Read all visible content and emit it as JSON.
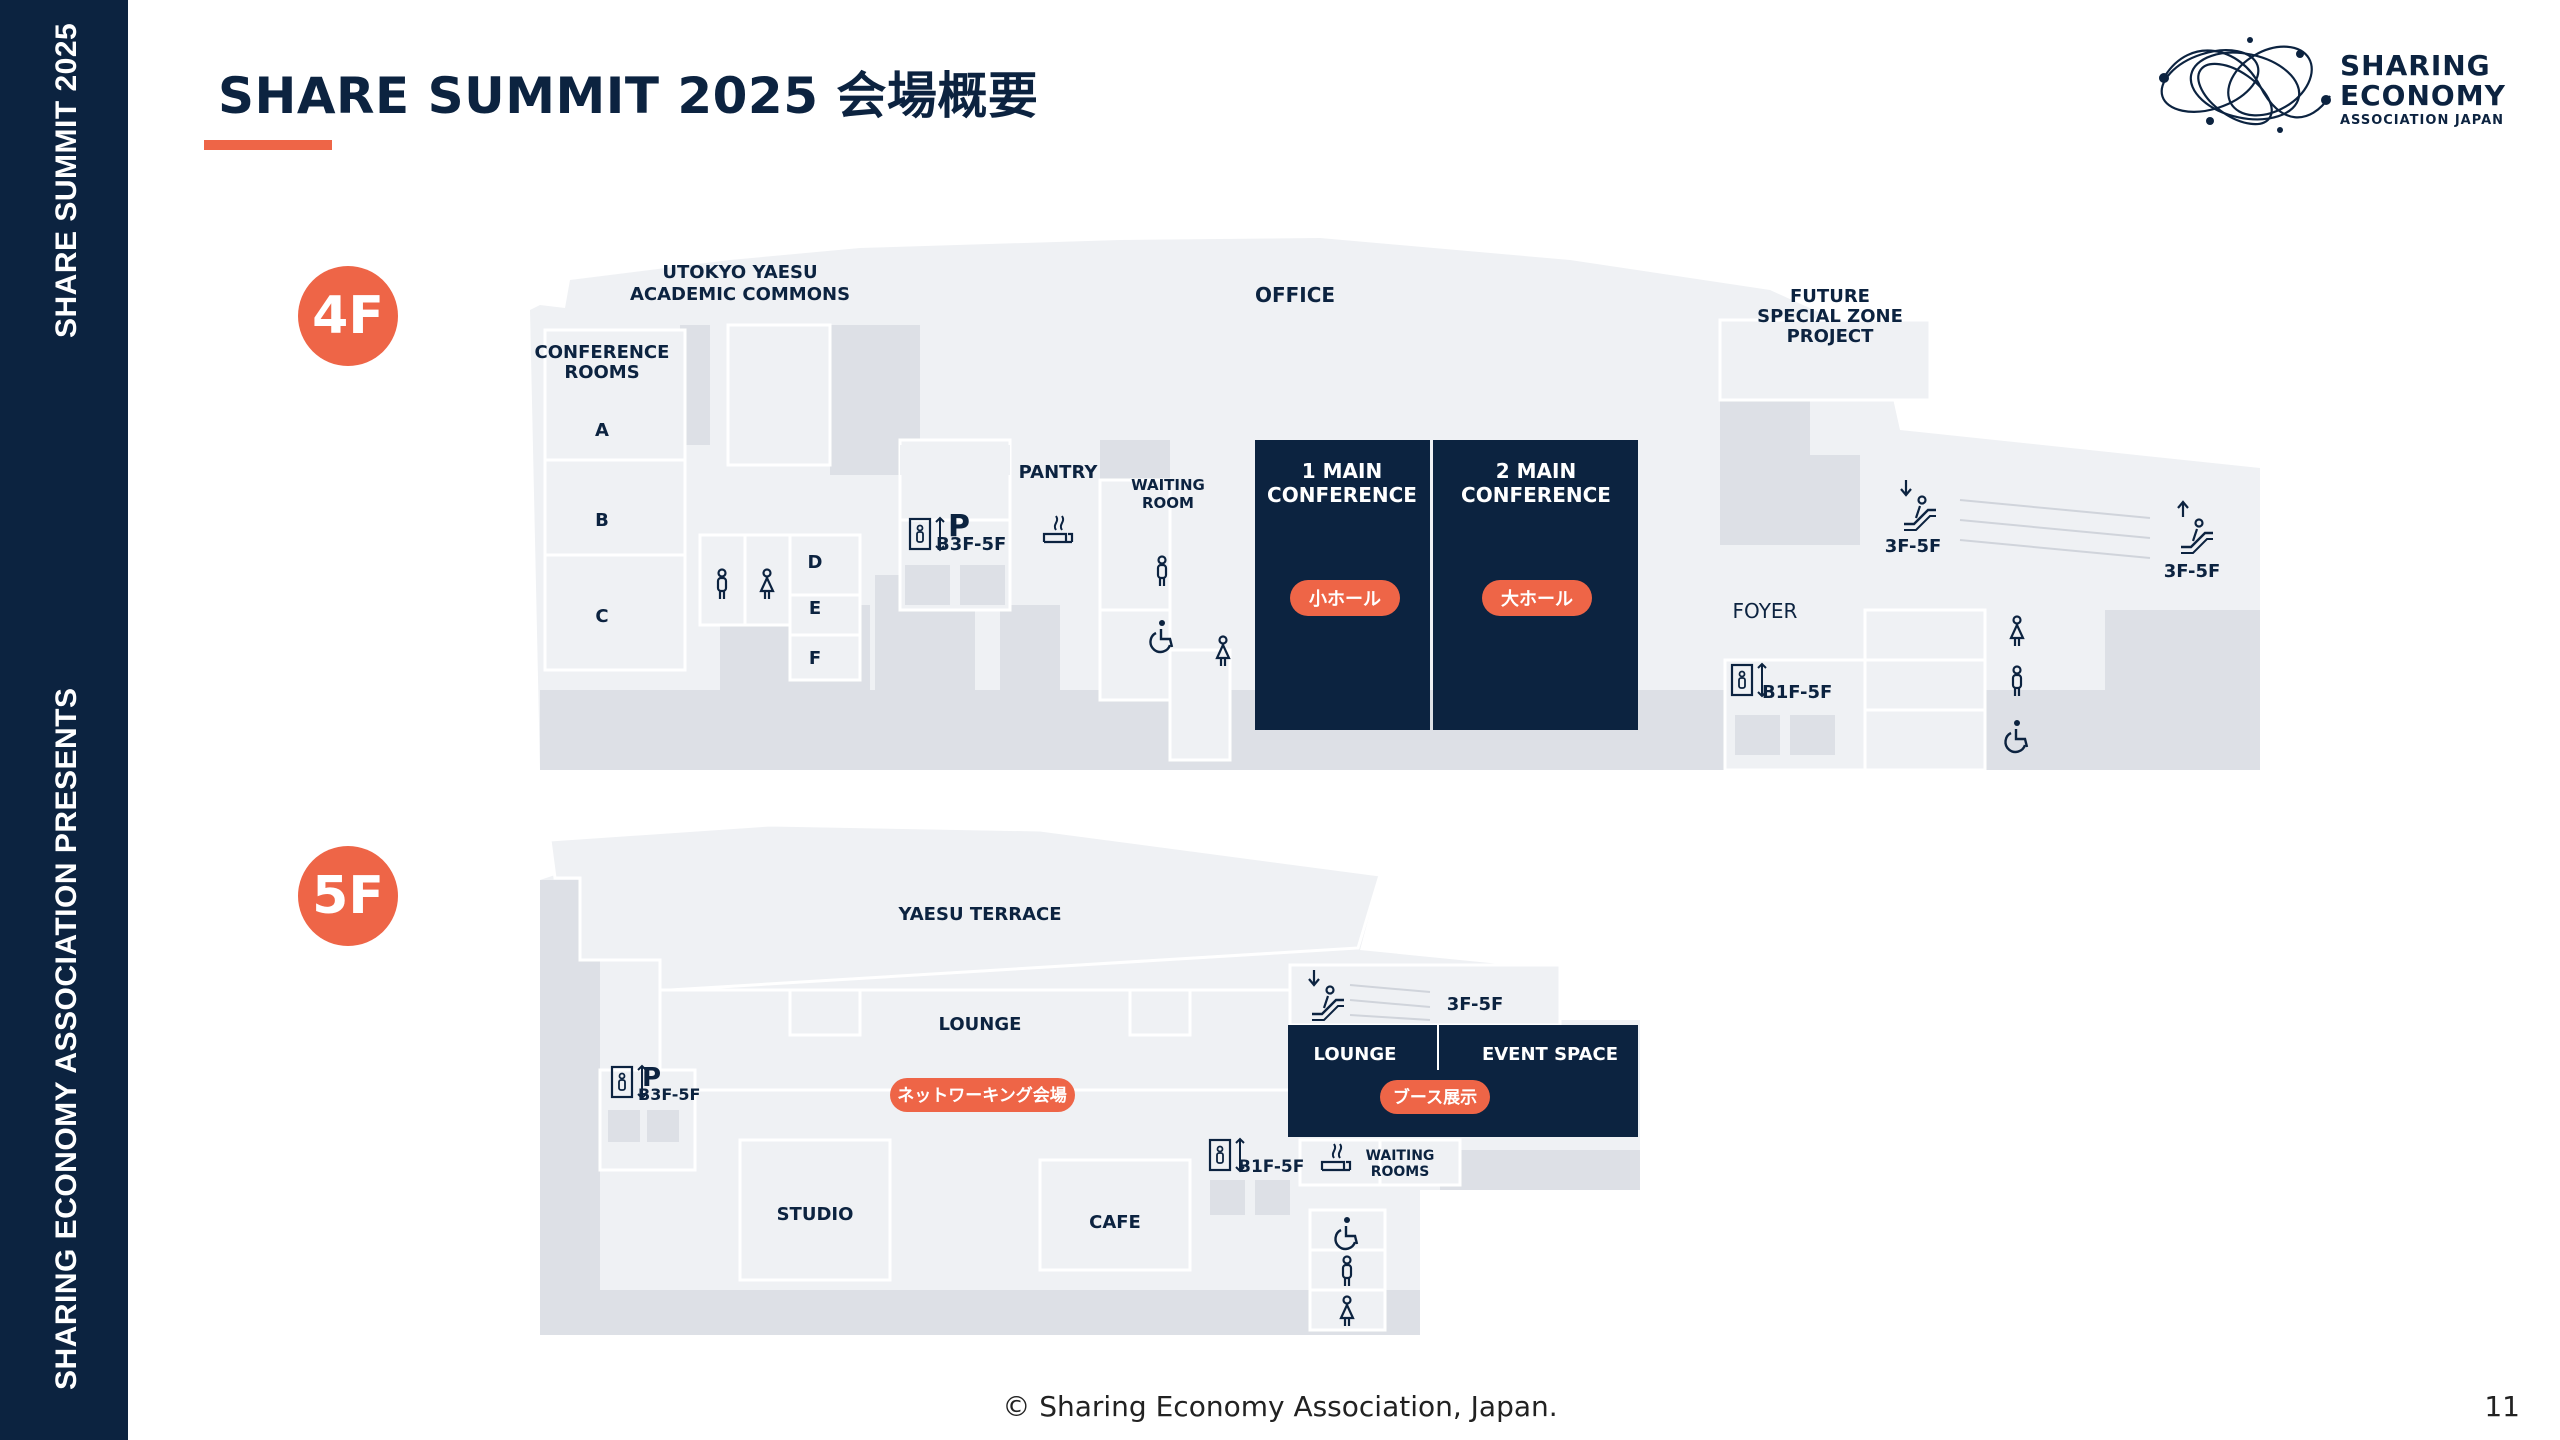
{
  "sidebar": {
    "top_text": "SHARE SUMMIT 2025",
    "bottom_text": "SHARING ECONOMY ASSOCIATION PRESENTS"
  },
  "title": "SHARE SUMMIT 2025 会場概要",
  "logo": {
    "line1": "SHARING",
    "line2": "ECONOMY",
    "line3": "ASSOCIATION JAPAN"
  },
  "floors": {
    "f4": {
      "badge": "4F",
      "utokyo_1": "UTOKYO YAESU",
      "utokyo_2": "ACADEMIC COMMONS",
      "office": "OFFICE",
      "future_1": "FUTURE",
      "future_2": "SPECIAL ZONE",
      "future_3": "PROJECT",
      "conf_rooms_1": "CONFERENCE",
      "conf_rooms_2": "ROOMS",
      "room_a": "A",
      "room_b": "B",
      "room_c": "C",
      "room_d": "D",
      "room_e": "E",
      "room_f": "F",
      "pantry": "PANTRY",
      "waiting_1": "WAITING",
      "waiting_2": "ROOM",
      "parking": "P",
      "elevator_left": "B3F-5F",
      "main1_1": "1 MAIN",
      "main1_2": "CONFERENCE",
      "main1_badge": "小ホール",
      "main2_1": "2 MAIN",
      "main2_2": "CONFERENCE",
      "main2_badge": "大ホール",
      "esc_left": "3F-5F",
      "esc_right": "3F-5F",
      "foyer": "FOYER",
      "elevator_right": "B1F-5F"
    },
    "f5": {
      "badge": "5F",
      "yaesu_terrace": "YAESU TERRACE",
      "lounge": "LOUNGE",
      "networking_badge": "ネットワーキング会場",
      "parking": "P",
      "elevator_left": "B3F-5F",
      "studio": "STUDIO",
      "cafe": "CAFE",
      "escalator": "3F-5F",
      "lounge2": "LOUNGE",
      "event_space": "EVENT SPACE",
      "booth_badge": "ブース展示",
      "elevator_right": "B1F-5F",
      "waiting_1": "WAITING",
      "waiting_2": "ROOMS"
    }
  },
  "footer": "© Sharing Economy Association, Japan.",
  "page_number": "11",
  "colors": {
    "navy": "#0c2340",
    "accent": "#ee6547",
    "floor_gray": "#dde0e6",
    "floor_light": "#eff1f4"
  }
}
